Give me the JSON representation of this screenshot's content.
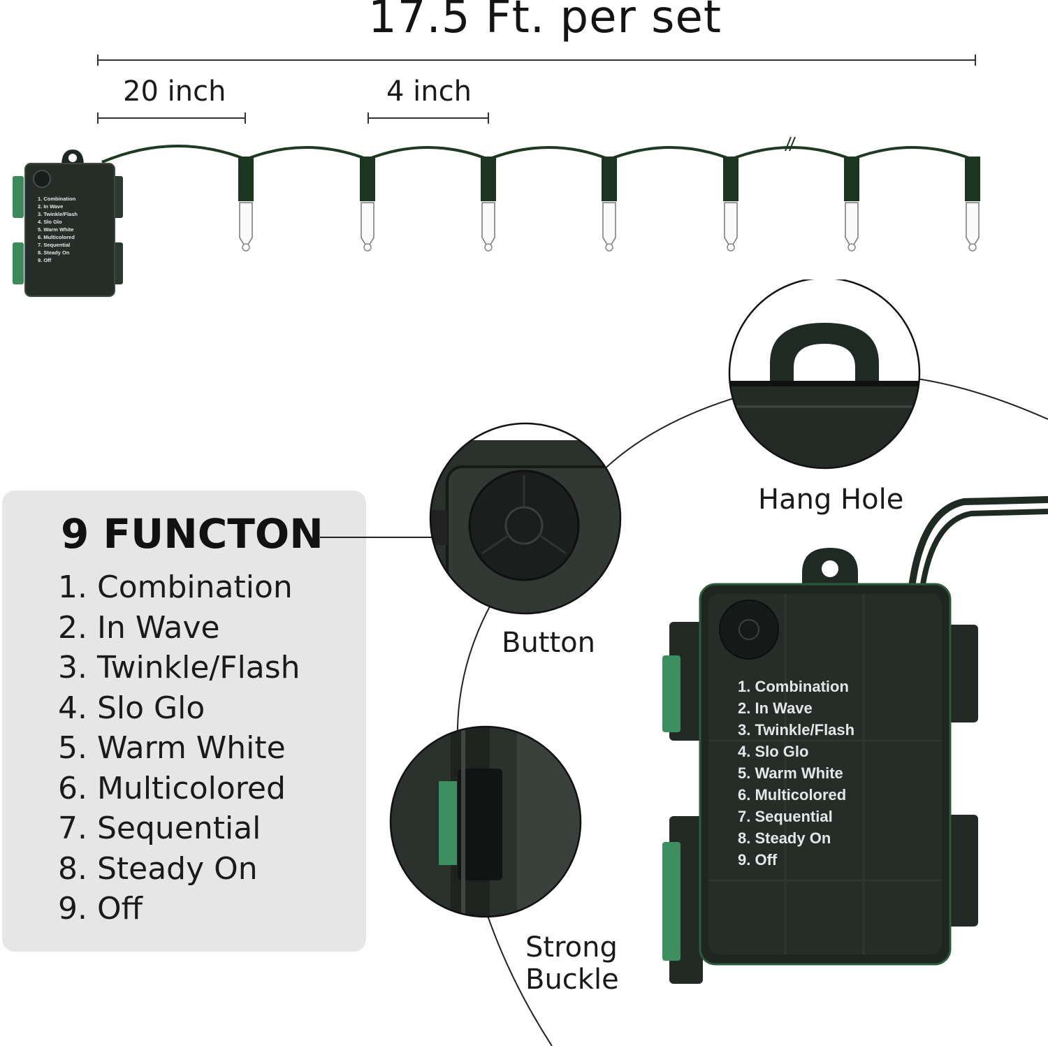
{
  "title": "17.5 Ft. per set",
  "dimensions": {
    "spacing_start": "20 inch",
    "spacing_between": "4 inch"
  },
  "functions": {
    "heading": "9 FUNCTON",
    "items": [
      "1. Combination",
      "2. In Wave",
      "3. Twinkle/Flash",
      "4. Slo Glo",
      "5. Warm White",
      "6. Multicolored",
      "7. Sequential",
      "8. Steady On",
      "9. Off"
    ]
  },
  "callouts": {
    "hang_hole": "Hang Hole",
    "button": "Button",
    "strong_buckle_line1": "Strong",
    "strong_buckle_line2": "Buckle"
  },
  "colors": {
    "box_body": "#262d28",
    "wire": "#1e3a22",
    "clip_green": "#3c8f5e",
    "panel_bg": "#e6e6e6"
  },
  "icons": [
    "battery-box-icon",
    "bulb-icon",
    "hang-hole-icon",
    "button-icon",
    "buckle-icon"
  ]
}
